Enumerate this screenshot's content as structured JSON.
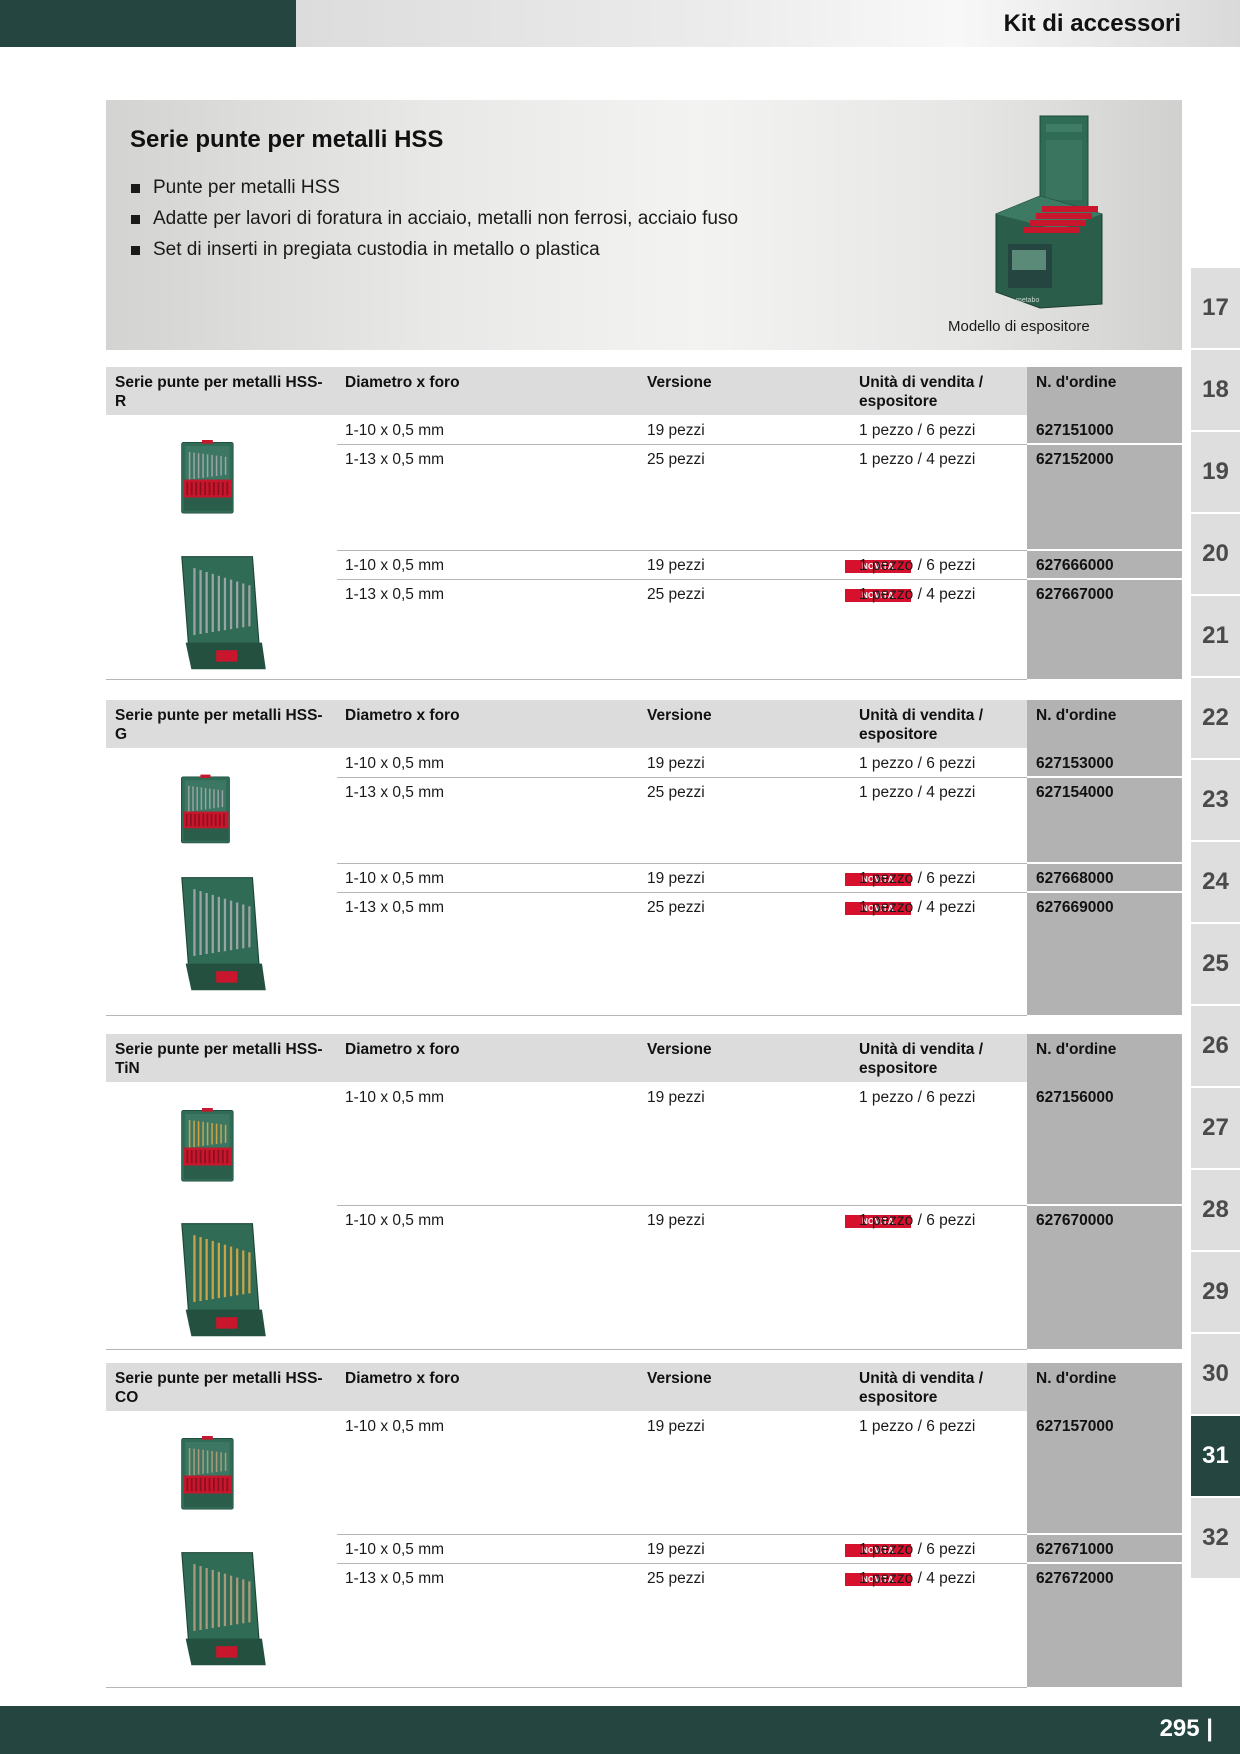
{
  "header": {
    "title": "Kit di accessori"
  },
  "intro": {
    "title": "Serie punte per metalli HSS",
    "bullets": [
      "Punte per metalli HSS",
      "Adatte per lavori di foratura in acciaio, metalli non ferrosi, acciaio fuso",
      "Set di inserti in pregiata custodia in metallo o plastica"
    ],
    "display_caption": "Modello di espositore",
    "brand_text": "metabo"
  },
  "table_headers": {
    "diameter": "Diametro x foro",
    "version": "Versione",
    "unit": "Unità di vendita / espositore",
    "order": "N. d'ordine"
  },
  "badge_label": "NOVITÀ",
  "sections": [
    {
      "name": "Serie punte per metalli HSS-R",
      "groups": [
        {
          "rows": [
            {
              "diameter": "1-10 x 0,5 mm",
              "version": "19 pezzi",
              "unit": "1 pezzo / 6 pezzi",
              "order": "627151000",
              "new": false
            },
            {
              "diameter": "1-13 x 0,5 mm",
              "version": "25 pezzi",
              "unit": "1 pezzo / 4 pezzi",
              "order": "627152000",
              "new": false
            }
          ]
        },
        {
          "rows": [
            {
              "diameter": "1-10 x 0,5 mm",
              "version": "19 pezzi",
              "unit": "1 pezzo / 6 pezzi",
              "order": "627666000",
              "new": true
            },
            {
              "diameter": "1-13 x 0,5 mm",
              "version": "25 pezzi",
              "unit": "1 pezzo / 4 pezzi",
              "order": "627667000",
              "new": true
            }
          ]
        }
      ]
    },
    {
      "name": "Serie punte per metalli HSS-G",
      "groups": [
        {
          "rows": [
            {
              "diameter": "1-10 x 0,5 mm",
              "version": "19 pezzi",
              "unit": "1 pezzo / 6 pezzi",
              "order": "627153000",
              "new": false
            },
            {
              "diameter": "1-13 x 0,5 mm",
              "version": "25 pezzi",
              "unit": "1 pezzo / 4 pezzi",
              "order": "627154000",
              "new": false
            }
          ]
        },
        {
          "rows": [
            {
              "diameter": "1-10 x 0,5 mm",
              "version": "19 pezzi",
              "unit": "1 pezzo / 6 pezzi",
              "order": "627668000",
              "new": true
            },
            {
              "diameter": "1-13 x 0,5 mm",
              "version": "25 pezzi",
              "unit": "1 pezzo / 4 pezzi",
              "order": "627669000",
              "new": true
            }
          ]
        }
      ]
    },
    {
      "name": "Serie punte per metalli HSS-TiN",
      "groups": [
        {
          "rows": [
            {
              "diameter": "1-10 x 0,5 mm",
              "version": "19 pezzi",
              "unit": "1 pezzo / 6 pezzi",
              "order": "627156000",
              "new": false
            }
          ]
        },
        {
          "rows": [
            {
              "diameter": "1-10 x 0,5 mm",
              "version": "19 pezzi",
              "unit": "1 pezzo / 6 pezzi",
              "order": "627670000",
              "new": true
            }
          ]
        }
      ]
    },
    {
      "name": "Serie punte per metalli HSS-CO",
      "groups": [
        {
          "rows": [
            {
              "diameter": "1-10 x 0,5 mm",
              "version": "19 pezzi",
              "unit": "1 pezzo / 6 pezzi",
              "order": "627157000",
              "new": false
            }
          ]
        },
        {
          "rows": [
            {
              "diameter": "1-10 x 0,5 mm",
              "version": "19 pezzi",
              "unit": "1 pezzo / 6 pezzi",
              "order": "627671000",
              "new": true
            },
            {
              "diameter": "1-13 x 0,5 mm",
              "version": "25 pezzi",
              "unit": "1 pezzo / 4 pezzi",
              "order": "627672000",
              "new": true
            }
          ]
        }
      ]
    }
  ],
  "tabs": [
    "17",
    "18",
    "19",
    "20",
    "21",
    "22",
    "23",
    "24",
    "25",
    "26",
    "27",
    "28",
    "29",
    "30",
    "31",
    "32"
  ],
  "active_tab": "31",
  "footer": {
    "page_number": "295 |"
  },
  "colors": {
    "brand_dark_green": "#244540",
    "case_green": "#2f6b55",
    "insert_red": "#c8162c",
    "badge_red": "#d6112e",
    "order_column_grey": "#b2b2b2",
    "header_row_grey": "#dcdcdc"
  }
}
